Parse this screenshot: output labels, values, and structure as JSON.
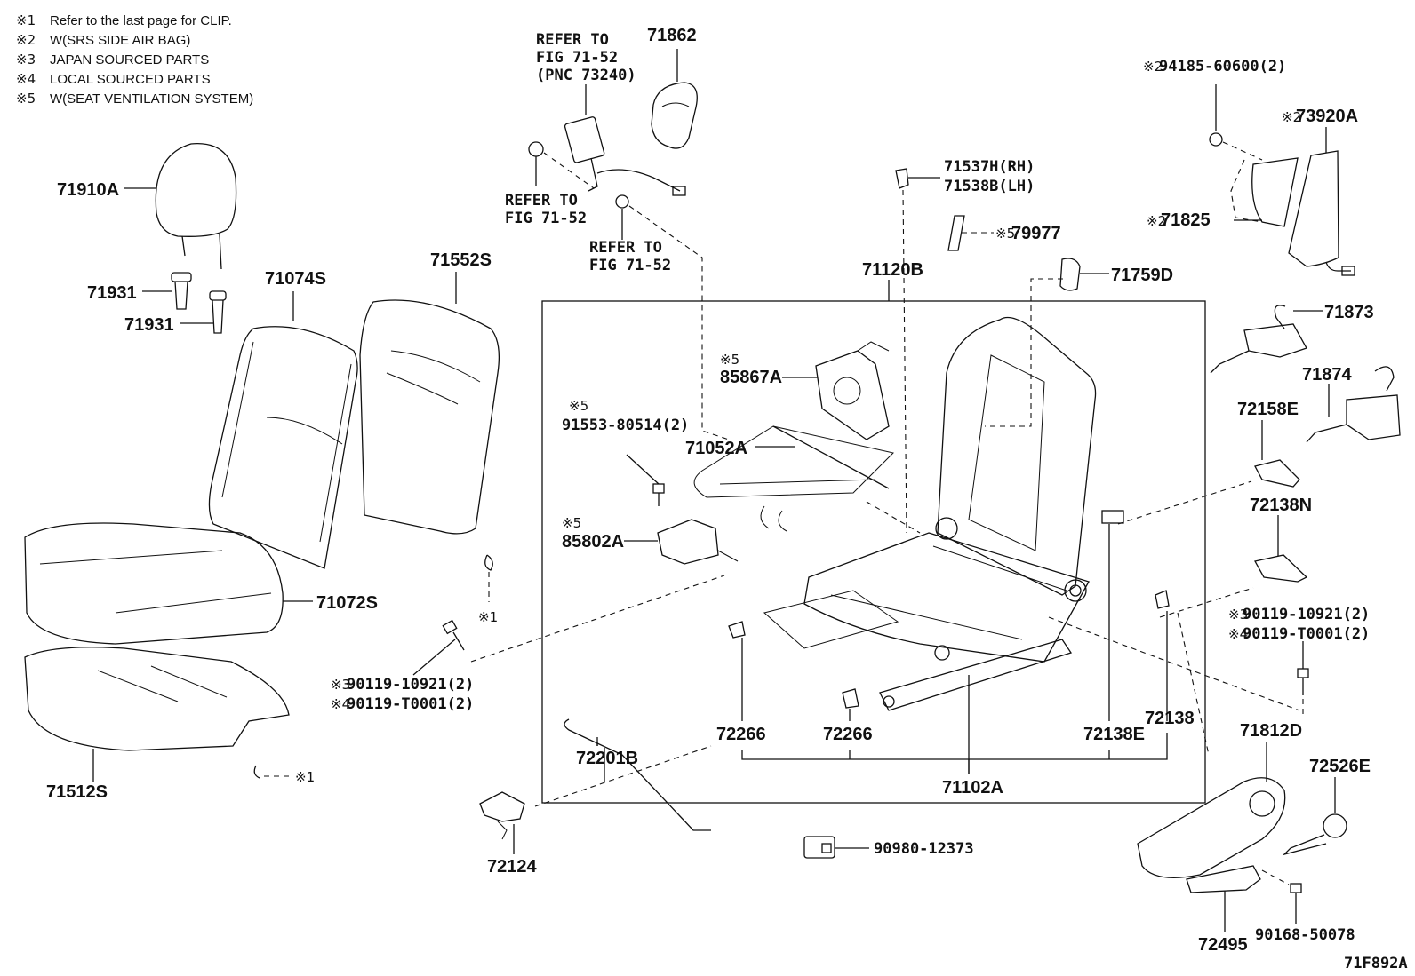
{
  "notes": [
    {
      "mark": "※1",
      "text": "Refer to the last page for CLIP."
    },
    {
      "mark": "※2",
      "text": "W(SRS SIDE AIR BAG)"
    },
    {
      "mark": "※3",
      "text": "JAPAN SOURCED PARTS"
    },
    {
      "mark": "※4",
      "text": "LOCAL SOURCED PARTS"
    },
    {
      "mark": "※5",
      "text": "W(SEAT VENTILATION SYSTEM)"
    }
  ],
  "refs": {
    "fig_7152_pnc_line1": "REFER TO",
    "fig_7152_pnc_line2": "FIG 71-52",
    "fig_7152_pnc_line3": "(PNC 73240)",
    "fig_7152_a_line1": "REFER TO",
    "fig_7152_a_line2": "FIG 71-52",
    "fig_7152_b_line1": "REFER TO",
    "fig_7152_b_line2": "FIG 71-52"
  },
  "parts": {
    "p71862": "71862",
    "p71910A": "71910A",
    "p71931a": "71931",
    "p71931b": "71931",
    "p71074S": "71074S",
    "p71552S": "71552S",
    "p71072S": "71072S",
    "p71512S": "71512S",
    "p71537H": "71537H(RH)",
    "p71538B": "71538B(LH)",
    "p79977": "79977",
    "p71120B": "71120B",
    "p71759D": "71759D",
    "p94185": "94185-60600(2)",
    "p73920A": "73920A",
    "p71825": "71825",
    "p71873": "71873",
    "p71874": "71874",
    "p72158E": "72158E",
    "p72138N": "72138N",
    "p90119_r1": "90119-10921(2)",
    "p90119_r2": "90119-T0001(2)",
    "p71812D": "71812D",
    "p72526E": "72526E",
    "p72495": "72495",
    "p90168": "90168-50078",
    "p85867A": "85867A",
    "p91553": "91553-80514(2)",
    "p71052A": "71052A",
    "p85802A": "85802A",
    "p90119_l1": "90119-10921(2)",
    "p90119_l2": "90119-T0001(2)",
    "p72201B": "72201B",
    "p72266a": "72266",
    "p72266b": "72266",
    "p72138E": "72138E",
    "p72138": "72138",
    "p71102A": "71102A",
    "p72124": "72124",
    "p90980": "90980-12373"
  },
  "marks": {
    "m1": "※1",
    "m2": "※2",
    "m3": "※3",
    "m4": "※4",
    "m5": "※5"
  },
  "figure_code": "71F892A"
}
